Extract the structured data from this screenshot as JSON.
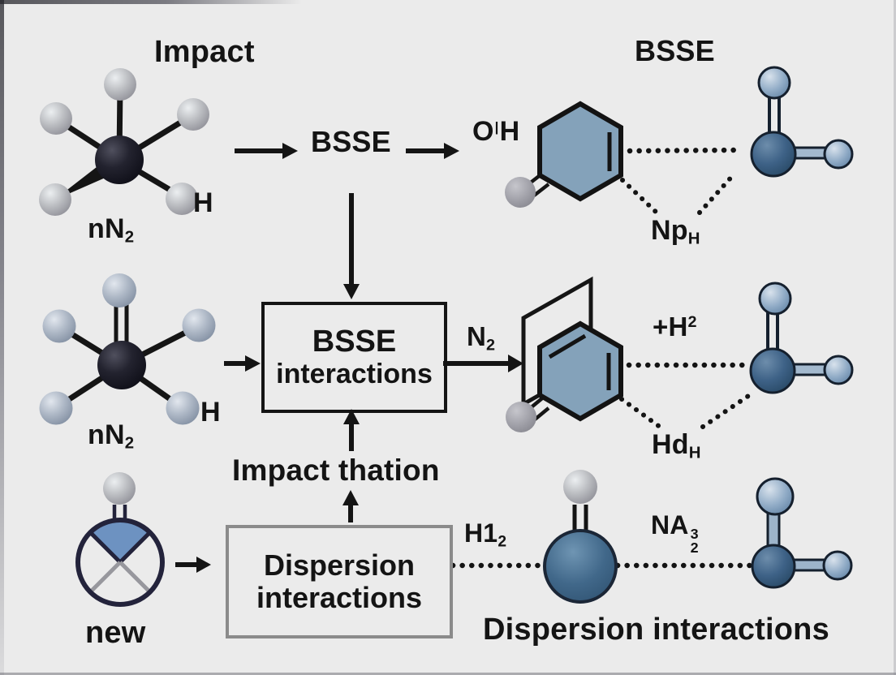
{
  "top_left": {
    "title": "Impact",
    "mol_base": "nN",
    "mol_sub": "2",
    "h": "H"
  },
  "top_center": {
    "bsse": "BSSE"
  },
  "top_right": {
    "title": "BSSE",
    "oh_o": "O",
    "oh_tick": "|",
    "oh_h": "H",
    "np_base": "Np",
    "np_sub": "H"
  },
  "mid_left": {
    "mol_base": "nN",
    "mol_sub": "2",
    "h": "H"
  },
  "center_box": {
    "line1": "BSSE",
    "line2": "interactions"
  },
  "mid_right": {
    "n_base": "N",
    "n_sub": "2",
    "plus_base": "+H",
    "plus_sup": "2",
    "hd_base": "Hd",
    "hd_sub": "H"
  },
  "impact_thation": "Impact thation",
  "bottom_left": {
    "label": "new"
  },
  "dispersion_box": {
    "line1": "Dispersion",
    "line2": "interactions"
  },
  "bottom_center": {
    "h1_base": "H1",
    "h1_sub": "2"
  },
  "bottom_right": {
    "na_base": "NA",
    "na_sup": "3",
    "na_sub": "2",
    "caption": "Dispersion interactions"
  },
  "colors": {
    "background": "#ebebeb",
    "line_black": "#141414",
    "hexagon_fill": "#84a2ba",
    "pie_sector_fill": "#6d92c1",
    "pie_outline": "#23233b",
    "box_border_dark": "#141414",
    "box_border_gray": "#8b8b8b",
    "sphere_dark_blue": "#2e4f6e",
    "sphere_light_blue": "#8fa9c4",
    "sphere_silver": "#b5b5bb",
    "sphere_gray": "#9b9ba3",
    "bond_ladder_fill": "#a3b9ce"
  }
}
